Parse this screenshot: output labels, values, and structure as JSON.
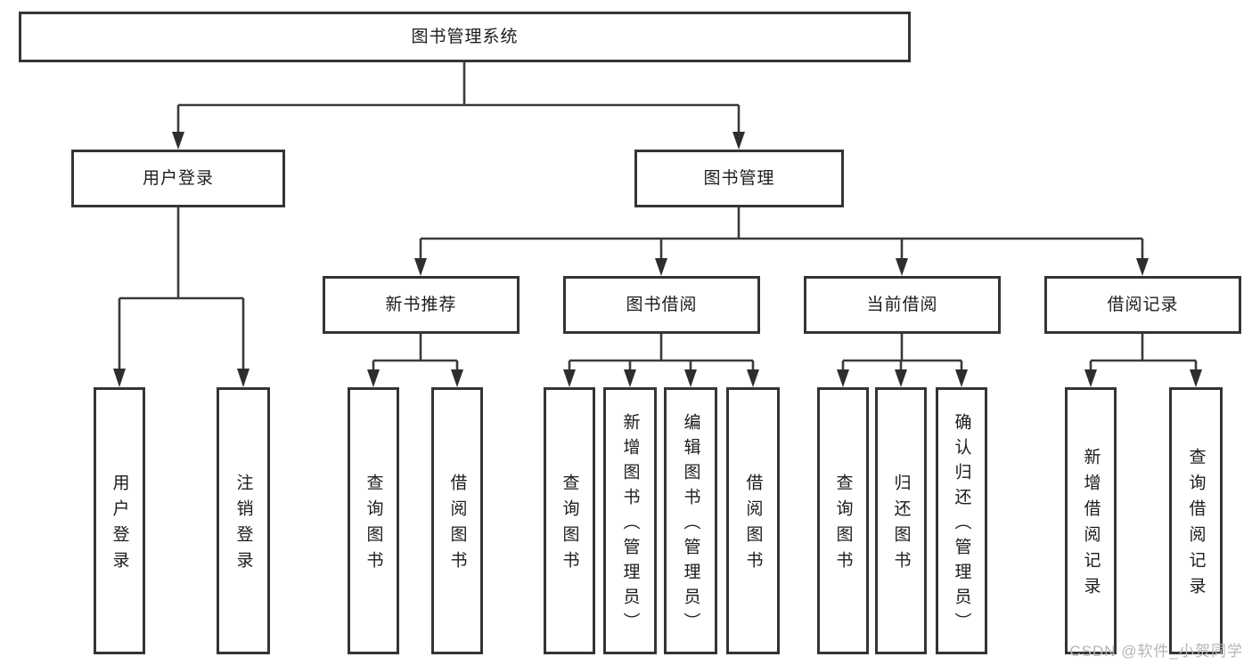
{
  "diagram": {
    "root": {
      "label": "图书管理系统"
    },
    "branches": [
      {
        "label": "用户登录",
        "children": [
          {
            "label": "用户登录"
          },
          {
            "label": "注销登录"
          }
        ]
      },
      {
        "label": "图书管理",
        "children": [
          {
            "label": "新书推荐",
            "children": [
              {
                "label": "查询图书"
              },
              {
                "label": "借阅图书"
              }
            ]
          },
          {
            "label": "图书借阅",
            "children": [
              {
                "label": "查询图书"
              },
              {
                "label": "新增图书（管理员）"
              },
              {
                "label": "编辑图书（管理员）"
              },
              {
                "label": "借阅图书"
              }
            ]
          },
          {
            "label": "当前借阅",
            "children": [
              {
                "label": "查询图书"
              },
              {
                "label": "归还图书"
              },
              {
                "label": "确认归还（管理员）"
              }
            ]
          },
          {
            "label": "借阅记录",
            "children": [
              {
                "label": "新增借阅记录"
              },
              {
                "label": "查询借阅记录"
              }
            ]
          }
        ]
      }
    ]
  },
  "watermark": {
    "text": "CSDN @软件_小贺同学",
    "color": "#b5b5b5"
  },
  "colors": {
    "line": "#3a3a3a",
    "arrow": "#2e2e2e",
    "border": "#343434",
    "text": "#1c1c1c",
    "background": "#ffffff"
  }
}
